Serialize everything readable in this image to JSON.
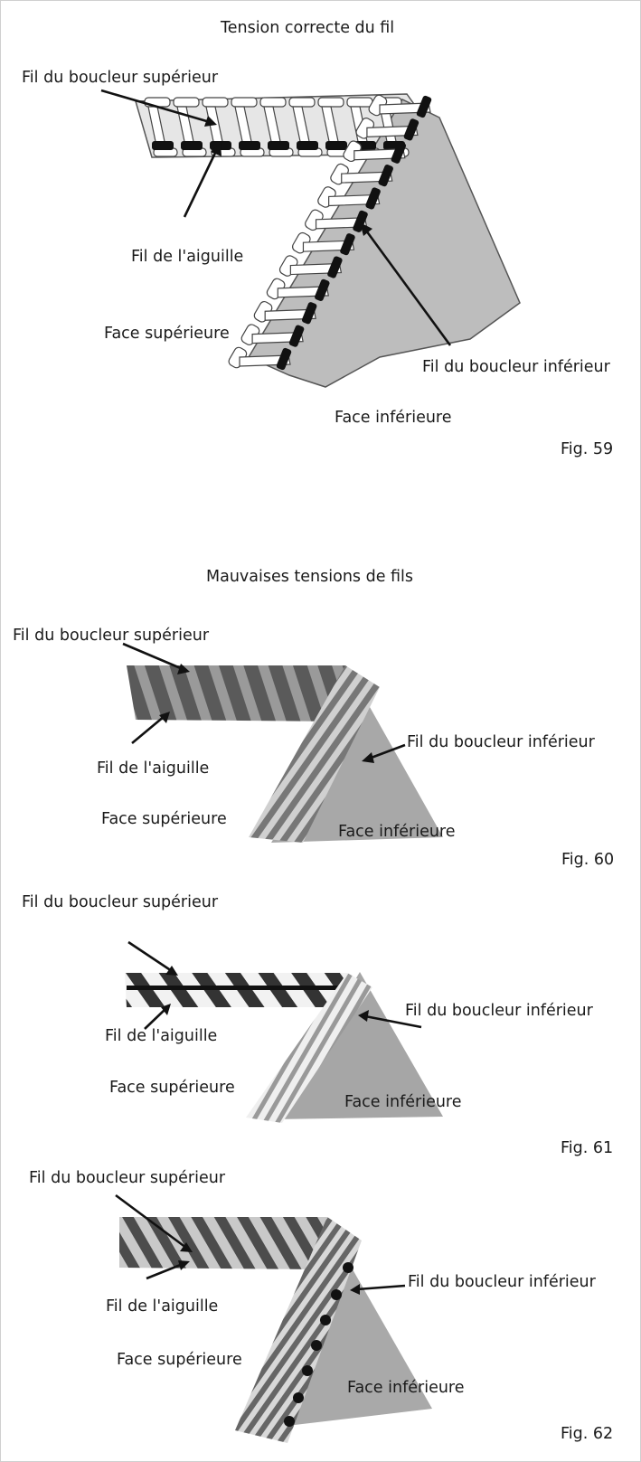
{
  "sections": {
    "correct_title": "Tension correcte du fil",
    "wrong_title": "Mauvaises tensions de fils"
  },
  "labels": {
    "upper_looper": "Fil du boucleur supérieur",
    "needle": "Fil de l'aiguille",
    "upper_face": "Face supérieure",
    "lower_looper": "Fil du boucleur inférieur",
    "lower_face": "Face inférieure"
  },
  "figures": [
    {
      "id": "59",
      "caption": "Fig. 59"
    },
    {
      "id": "60",
      "caption": "Fig. 60"
    },
    {
      "id": "61",
      "caption": "Fig. 61"
    },
    {
      "id": "62",
      "caption": "Fig. 62"
    }
  ],
  "colors": {
    "fabric": "#bdbdbd",
    "thread": "#ffffff",
    "needle_thread": "#111111",
    "border": "#cfcfcf"
  }
}
